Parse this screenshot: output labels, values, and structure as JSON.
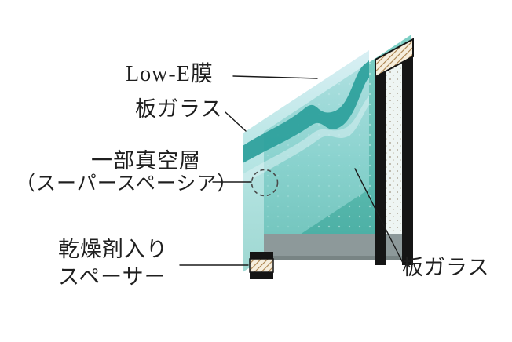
{
  "figure": {
    "title": "vacuum-insulated-glass-cross-section",
    "labels": {
      "low_e_film": "Low-E膜",
      "front_glass": "板ガラス",
      "vacuum_layer_1": "一部真空層",
      "vacuum_layer_2": "（スーパースペーシア）",
      "desiccant_1": "乾燥剤入り",
      "desiccant_2": "スペーサー",
      "rear_glass": "板ガラス"
    },
    "colors": {
      "background": "#ffffff",
      "front_pane_top": "#c9e9ef",
      "front_pane_bottom": "#79c8c0",
      "rear_pane_top": "#7fd0c6",
      "rear_pane_bottom": "#46aca1",
      "low_e_band": "#2ba09b",
      "secondary_wave": "#d8f0f2",
      "spacer_gray": "#8d999a",
      "frame_black": "#151515",
      "desiccant_hatch": "#a9804b",
      "leader_line": "#1a1a1a",
      "text": "#1f1f1f"
    }
  }
}
